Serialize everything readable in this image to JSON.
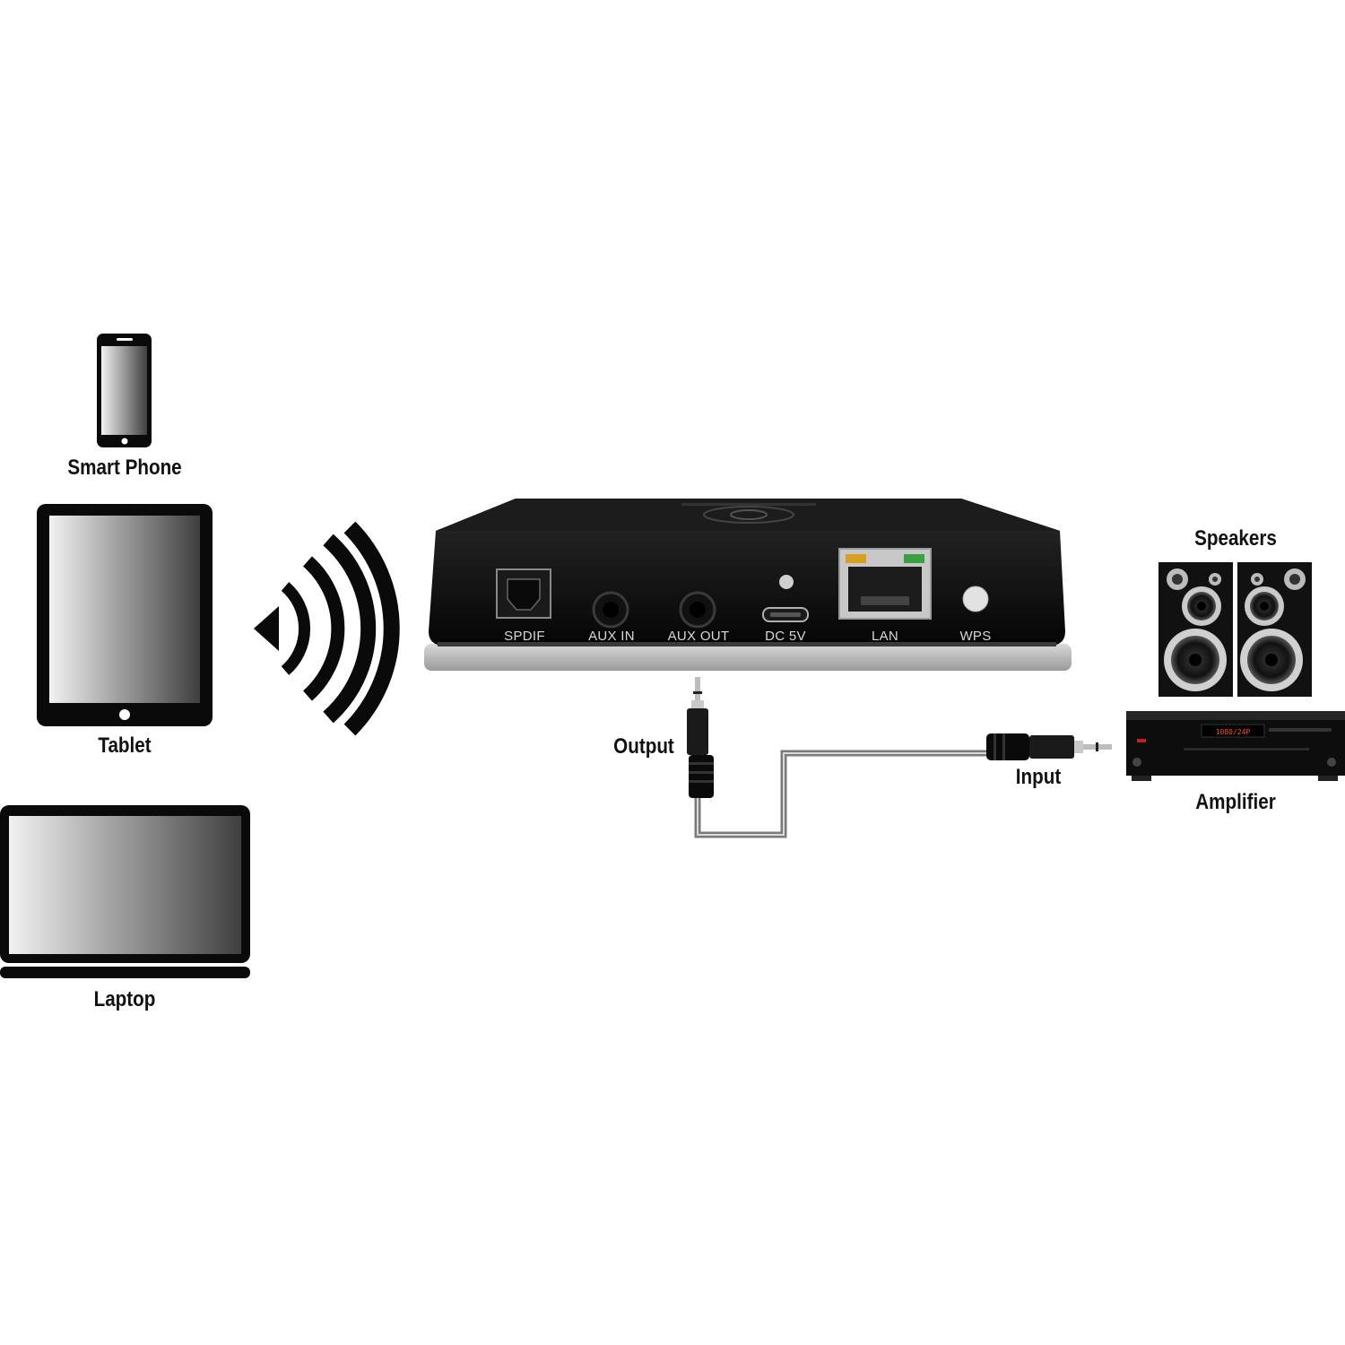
{
  "devices": {
    "smart_phone": "Smart Phone",
    "tablet": "Tablet",
    "laptop": "Laptop"
  },
  "streamer": {
    "ports": [
      "SPDIF",
      "AUX IN",
      "AUX OUT",
      "DC 5V",
      "LAN",
      "WPS"
    ]
  },
  "connection": {
    "output_label": "Output",
    "input_label": "Input"
  },
  "audio_system": {
    "speakers_label": "Speakers",
    "amplifier_label": "Amplifier",
    "amplifier_display": "1080/24P"
  },
  "icons": [
    "smartphone-icon",
    "tablet-icon",
    "laptop-icon",
    "wifi-signal-icon",
    "audio-streamer-device",
    "audio-jack-plug-icon",
    "speaker-icon",
    "amplifier-icon"
  ],
  "colors": {
    "device_black": "#0a0a0a",
    "screen_light": "#f0f0f0",
    "screen_dark": "#4a4a4a",
    "cable_gray": "#7a7a7a",
    "led_amber": "#d8a020",
    "led_green": "#3aa040"
  }
}
